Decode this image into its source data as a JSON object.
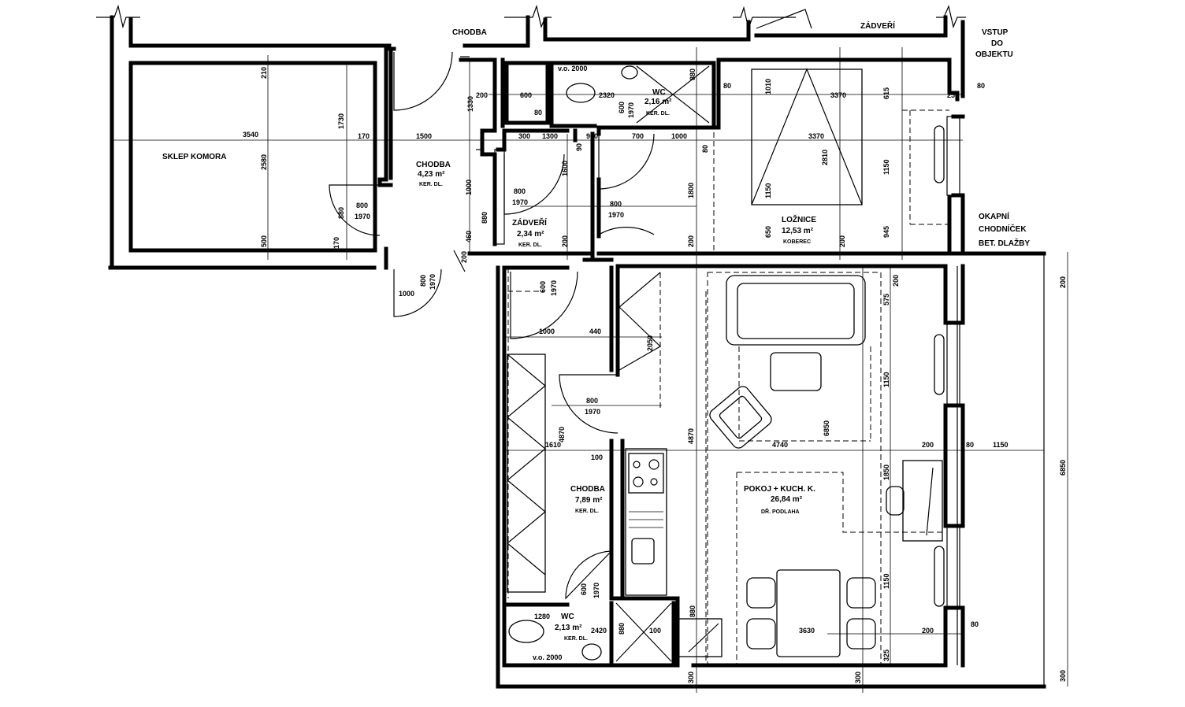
{
  "plan": {
    "rooms": {
      "sklep": {
        "name": "SKLEP KOMORA"
      },
      "chodba_top": {
        "name": "CHODBA",
        "area": "4,23 m²",
        "floor": "KER. DL."
      },
      "wc_top": {
        "name": "WC",
        "area": "2,16 m²",
        "floor": "KER. DL."
      },
      "zadveri_inner": {
        "name": "ZÁDVEŘÍ",
        "area": "2,34 m²",
        "floor": "KER. DL."
      },
      "loznice": {
        "name": "LOŽNICE",
        "area": "12,53 m²",
        "floor": "KOBEREC"
      },
      "chodba_main": {
        "name": "CHODBA",
        "area": "7,89 m²",
        "floor": "KER. DL."
      },
      "wc_bottom": {
        "name": "WC",
        "area": "2,13 m²",
        "floor": "KER. DL."
      },
      "pokoj": {
        "name": "POKOJ + KUCH. K.",
        "area": "26,84 m²",
        "floor": "DŘ. PODLAHA"
      }
    },
    "external": {
      "chodba_top": "CHODBA",
      "zadveri_top": "ZÁDVEŘÍ",
      "vstup_1": "VSTUP",
      "vstup_2": "DO",
      "vstup_3": "OBJEKTU",
      "okap_1": "OKAPNÍ",
      "okap_2": "CHODNÍČEK",
      "okap_3": "BET. DLAŽBY"
    },
    "notes": {
      "vo_top": "v.o. 2000",
      "vo_bottom": "v.o. 2000"
    },
    "dims": {
      "d3540": "3540",
      "d170a": "170",
      "d1500": "1500",
      "d210": "210",
      "d1730": "1730",
      "d2580": "2580",
      "d500": "500",
      "d800a": "800",
      "d1970a": "1970",
      "d880": "880",
      "d170b": "170",
      "d1330": "1330",
      "d200a": "200",
      "d600a": "600",
      "d80a": "80",
      "d2320": "2320",
      "d600b": "600",
      "d1970b": "1970",
      "d880b": "880",
      "d80b": "80",
      "d3370a": "3370",
      "d615": "615",
      "d80c": "80",
      "d250": "250",
      "d300a": "300",
      "d1300": "1300",
      "d90": "90",
      "d900": "900",
      "d700": "700",
      "d1000a": "1000",
      "d80d": "80",
      "d3370b": "3370",
      "d1010": "1010",
      "d1150a": "1150",
      "d2810": "2810",
      "d1600": "1600",
      "d800b": "800",
      "d1970c": "1970",
      "d1000b": "1000",
      "d880c": "880",
      "d800c": "800",
      "d1970d": "1970",
      "d1800": "1800",
      "d1150b": "1150",
      "d945": "945",
      "d460": "460",
      "d200b": "200",
      "d200c": "200",
      "d200d": "200",
      "d650": "650",
      "d800d": "800",
      "d1970e": "1970",
      "d1000c": "1000",
      "d200e": "200",
      "d600c": "600",
      "d1970f": "1970",
      "d1000d": "1000",
      "d440": "440",
      "d2050": "2050",
      "d800e": "800",
      "d1970g": "1970",
      "d4870a": "4870",
      "d4870b": "4870",
      "d1610": "1610",
      "d100a": "100",
      "d575": "575",
      "d200f": "200",
      "d1150c": "1150",
      "d6850a": "6850",
      "d4740": "4740",
      "d200g": "200",
      "d80e": "80",
      "d1150d": "1150",
      "d6850b": "6850",
      "d200h": "200",
      "d1850": "1850",
      "d1150e": "1150",
      "d600d": "600",
      "d1970h": "1970",
      "d1280": "1280",
      "d2420": "2420",
      "d880d": "880",
      "d100b": "100",
      "d880e": "880",
      "d3630": "3630",
      "d200i": "200",
      "d80f": "80",
      "d325": "325",
      "d300b": "300",
      "d300c": "300",
      "d300d": "300"
    }
  }
}
